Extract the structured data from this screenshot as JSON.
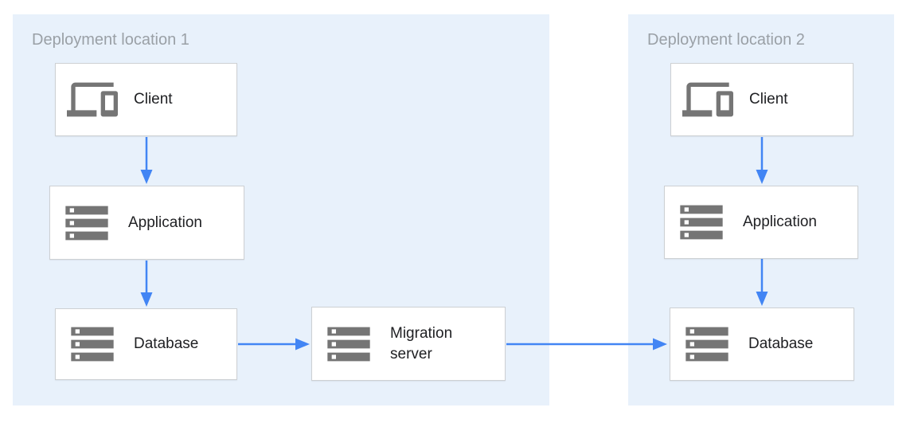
{
  "diagram": {
    "colors": {
      "region_background": "#e8f1fb",
      "region_title_text": "#9aa0a6",
      "node_background": "#ffffff",
      "node_border": "#cdd0d3",
      "node_label_text": "#202124",
      "icon_gray": "#757575",
      "arrow_blue": "#4285f4"
    },
    "regions": [
      {
        "title": "Deployment location 1"
      },
      {
        "title": "Deployment location 2"
      }
    ],
    "nodes": [
      {
        "id": "client-1",
        "region": "Deployment location 1",
        "label": "Client",
        "icon": "devices-icon"
      },
      {
        "id": "application-1",
        "region": "Deployment location 1",
        "label": "Application",
        "icon": "storage-icon"
      },
      {
        "id": "database-1",
        "region": "Deployment location 1",
        "label": "Database",
        "icon": "storage-icon"
      },
      {
        "id": "migration-server",
        "region": "Deployment location 1",
        "label": "Migration server",
        "icon": "storage-icon"
      },
      {
        "id": "client-2",
        "region": "Deployment location 2",
        "label": "Client",
        "icon": "devices-icon"
      },
      {
        "id": "application-2",
        "region": "Deployment location 2",
        "label": "Application",
        "icon": "storage-icon"
      },
      {
        "id": "database-2",
        "region": "Deployment location 2",
        "label": "Database",
        "icon": "storage-icon"
      }
    ],
    "edges": [
      {
        "from": "client-1",
        "to": "application-1",
        "direction": "down"
      },
      {
        "from": "application-1",
        "to": "database-1",
        "direction": "down"
      },
      {
        "from": "database-1",
        "to": "migration-server",
        "direction": "right"
      },
      {
        "from": "migration-server",
        "to": "database-2",
        "direction": "right"
      },
      {
        "from": "client-2",
        "to": "application-2",
        "direction": "down"
      },
      {
        "from": "application-2",
        "to": "database-2",
        "direction": "down"
      }
    ]
  }
}
